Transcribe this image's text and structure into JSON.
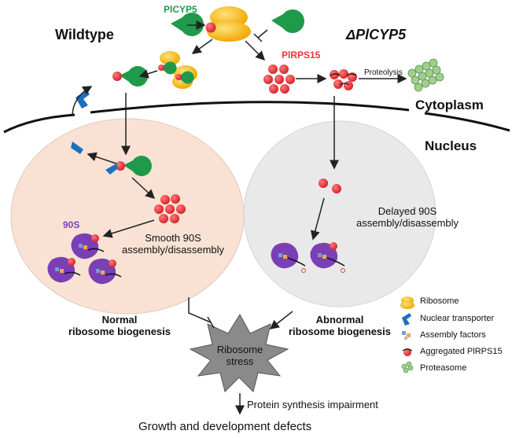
{
  "labels": {
    "wildtype": "Wildtype",
    "mutant": "ΔPlCYP5",
    "picyp5": "PlCYP5",
    "pirps15": "PlRPS15",
    "proteolysis": "Proteolysis",
    "cytoplasm": "Cytoplasm",
    "nucleus": "Nucleus",
    "s90": "90S",
    "smooth_line1": "Smooth 90S",
    "smooth_line2": "assembly/disassembly",
    "delayed_line1": "Delayed 90S",
    "delayed_line2": "assembly/disassembly",
    "normal_line1": "Normal",
    "normal_line2": "ribosome biogenesis",
    "abnormal_line1": "Abnormal",
    "abnormal_line2": "ribosome biogenesis",
    "stress_line1": "Ribosome",
    "stress_line2": "stress",
    "impairment": "Protein synthesis impairment",
    "defects": "Growth and development defects"
  },
  "legend": [
    {
      "icon": "ribosome-icon",
      "label": "Ribosome"
    },
    {
      "icon": "nuclear-transporter-icon",
      "label": "Nuclear transporter"
    },
    {
      "icon": "assembly-factors-icon",
      "label": "Assembly factors"
    },
    {
      "icon": "aggregated-pirps15-icon",
      "label": "Aggregated PlRPS15"
    },
    {
      "icon": "proteasome-icon",
      "label": "Proteasome"
    }
  ],
  "colors": {
    "picyp5_green": "#1e9a4a",
    "pirps15_red": "#e8343b",
    "ribosome_yellow": "#f5b800",
    "transporter_blue": "#1f6fc0",
    "subunit_purple": "#7a3fb5",
    "wildtype_nucleus": "#f9e1d2",
    "mutant_nucleus": "#e8e8e8",
    "proteasome_green": "#9fcf8c"
  }
}
